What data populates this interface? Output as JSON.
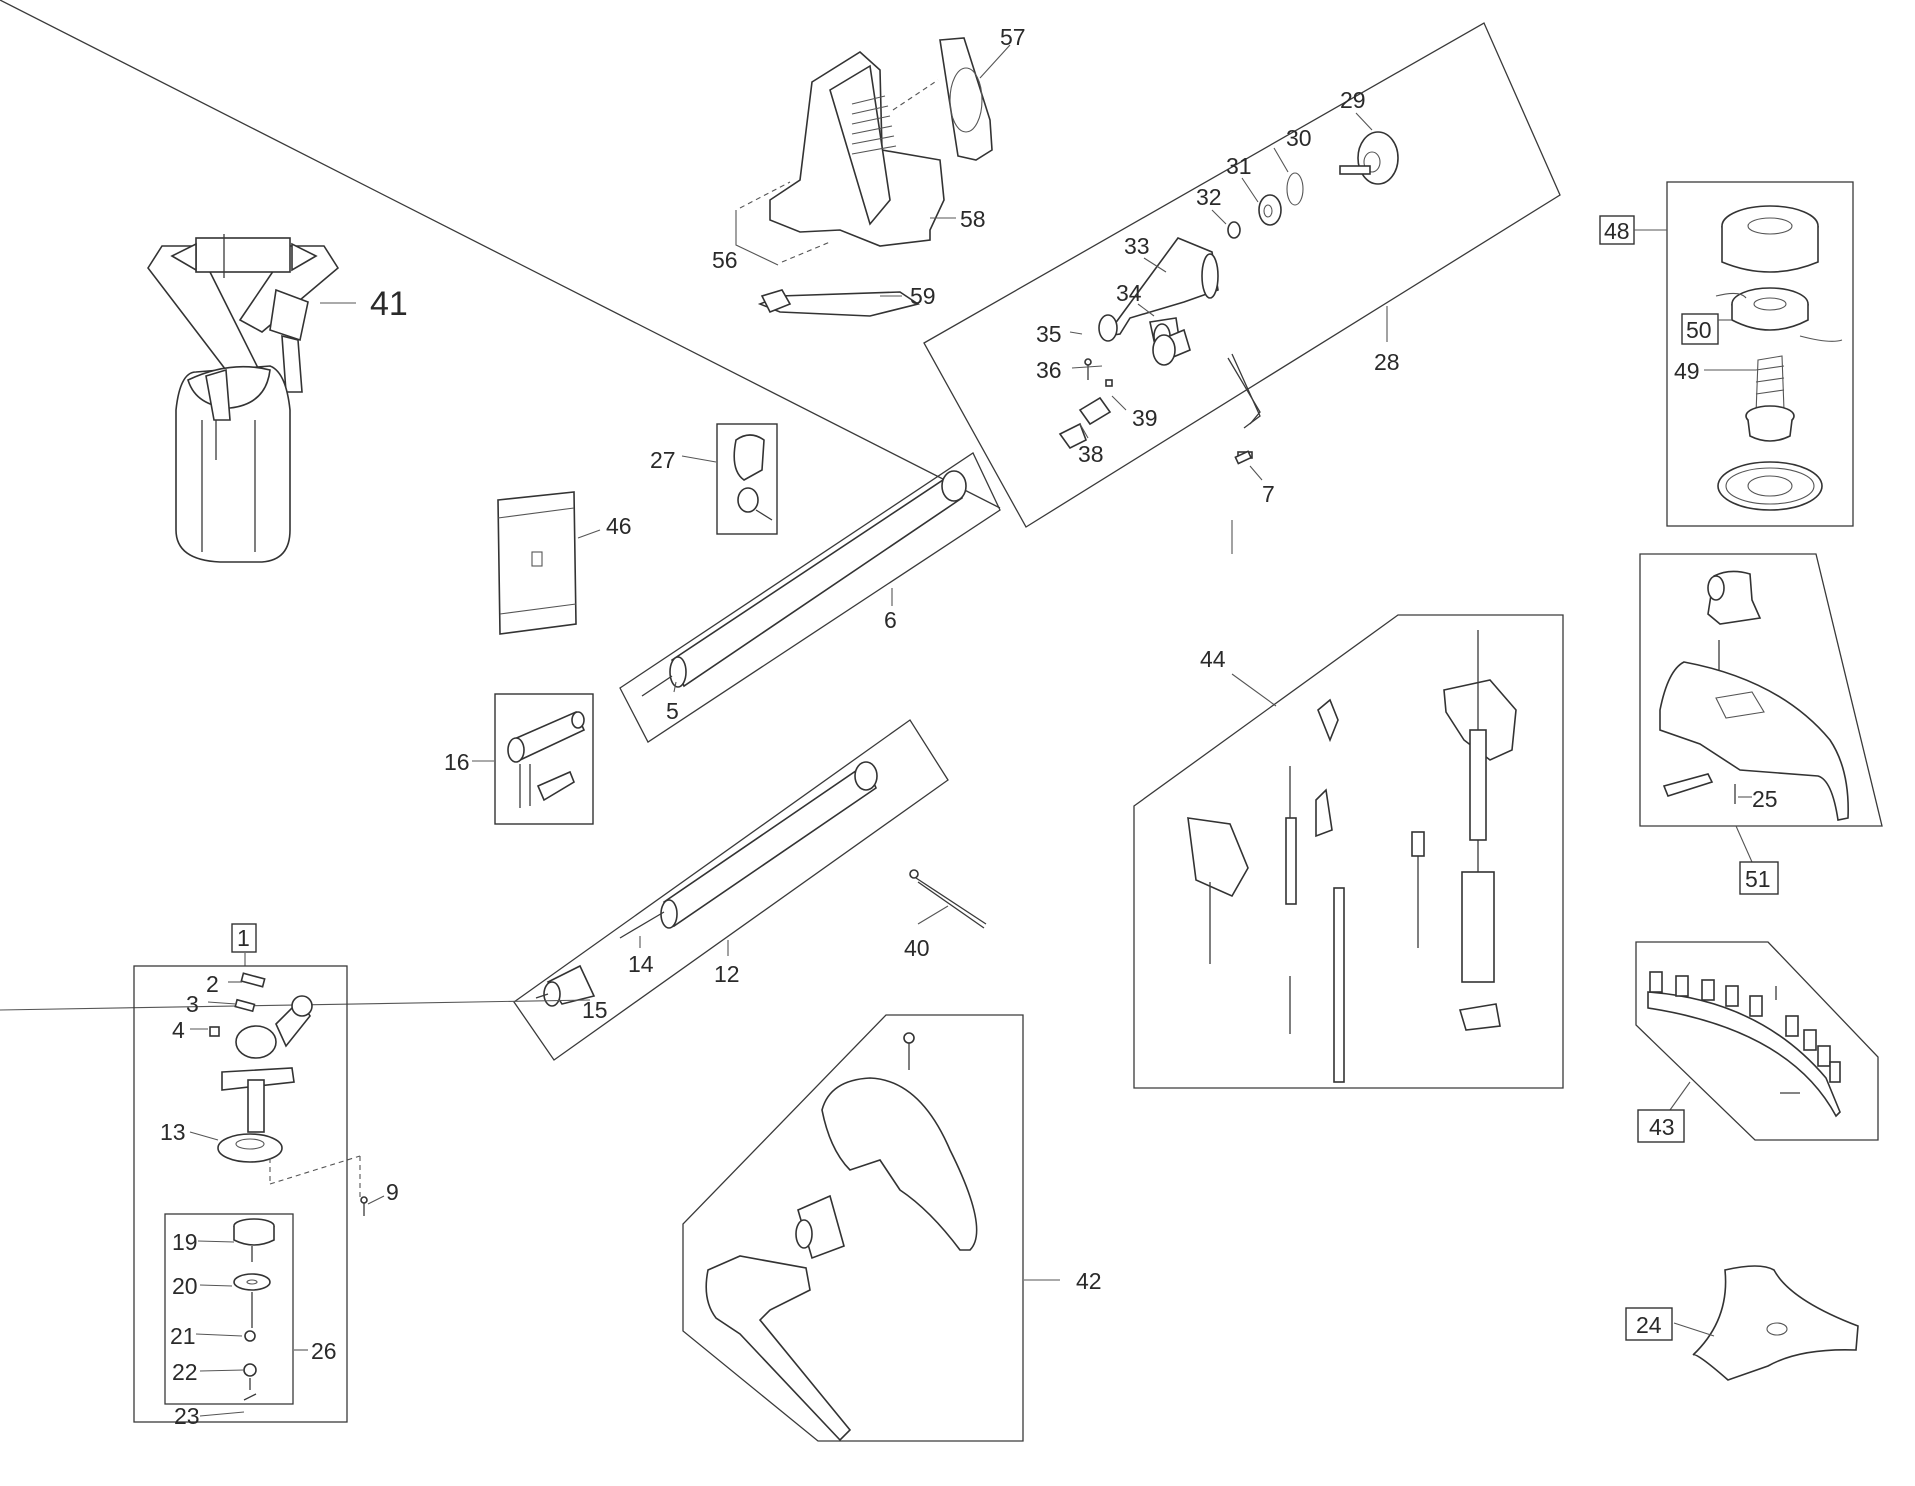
{
  "diagram": {
    "type": "exploded-parts-diagram",
    "subject": "brush cutter / string trimmer",
    "callouts": [
      {
        "id": "c41",
        "text": "41",
        "boxed": false,
        "part": "harness"
      },
      {
        "id": "c57",
        "text": "57",
        "boxed": false,
        "part": "gasket"
      },
      {
        "id": "c58",
        "text": "58",
        "boxed": false,
        "part": "engine cover"
      },
      {
        "id": "c56",
        "text": "56",
        "boxed": false,
        "part": "screws"
      },
      {
        "id": "c59",
        "text": "59",
        "boxed": false,
        "part": "bracket"
      },
      {
        "id": "c29",
        "text": "29",
        "boxed": false,
        "part": "clutch drum"
      },
      {
        "id": "c30",
        "text": "30",
        "boxed": false,
        "part": "circlip"
      },
      {
        "id": "c31",
        "text": "31",
        "boxed": false,
        "part": "bearing"
      },
      {
        "id": "c32",
        "text": "32",
        "boxed": false,
        "part": "ring"
      },
      {
        "id": "c33",
        "text": "33",
        "boxed": false,
        "part": "clutch housing"
      },
      {
        "id": "c34",
        "text": "34",
        "boxed": false,
        "part": "sleeve"
      },
      {
        "id": "c35",
        "text": "35",
        "boxed": false,
        "part": "bolt"
      },
      {
        "id": "c36",
        "text": "36",
        "boxed": false,
        "part": "nut"
      },
      {
        "id": "c39",
        "text": "39",
        "boxed": false,
        "part": "clamp"
      },
      {
        "id": "c38",
        "text": "38",
        "boxed": false,
        "part": "clamp"
      },
      {
        "id": "c28",
        "text": "28",
        "boxed": false,
        "part": "clutch assembly"
      },
      {
        "id": "c7",
        "text": "7",
        "boxed": false,
        "part": "screw"
      },
      {
        "id": "c27",
        "text": "27",
        "boxed": false,
        "part": "strap hanger"
      },
      {
        "id": "c46",
        "text": "46",
        "boxed": false,
        "part": "label plate"
      },
      {
        "id": "c6",
        "text": "6",
        "boxed": false,
        "part": "upper shaft tube"
      },
      {
        "id": "c5",
        "text": "5",
        "boxed": false,
        "part": "drive shaft"
      },
      {
        "id": "c16",
        "text": "16",
        "boxed": false,
        "part": "coupling"
      },
      {
        "id": "c12",
        "text": "12",
        "boxed": false,
        "part": "lower shaft tube"
      },
      {
        "id": "c14",
        "text": "14",
        "boxed": false,
        "part": "drive shaft"
      },
      {
        "id": "c15",
        "text": "15",
        "boxed": false,
        "part": "plug"
      },
      {
        "id": "c40",
        "text": "40",
        "boxed": false,
        "part": "cable tie"
      },
      {
        "id": "c44",
        "text": "44",
        "boxed": false,
        "part": "throttle handle assembly"
      },
      {
        "id": "c42",
        "text": "42",
        "boxed": false,
        "part": "handlebar assembly"
      },
      {
        "id": "c1",
        "text": "1",
        "boxed": true,
        "part": "gear head assembly"
      },
      {
        "id": "c2",
        "text": "2",
        "boxed": false,
        "part": "bolt"
      },
      {
        "id": "c3",
        "text": "3",
        "boxed": false,
        "part": "bolt"
      },
      {
        "id": "c4",
        "text": "4",
        "boxed": false,
        "part": "screw"
      },
      {
        "id": "c13",
        "text": "13",
        "boxed": false,
        "part": "holder"
      },
      {
        "id": "c9",
        "text": "9",
        "boxed": false,
        "part": "screw"
      },
      {
        "id": "c19",
        "text": "19",
        "boxed": false,
        "part": "cup"
      },
      {
        "id": "c20",
        "text": "20",
        "boxed": false,
        "part": "washer"
      },
      {
        "id": "c21",
        "text": "21",
        "boxed": false,
        "part": "washer"
      },
      {
        "id": "c22",
        "text": "22",
        "boxed": false,
        "part": "nut"
      },
      {
        "id": "c23",
        "text": "23",
        "boxed": false,
        "part": "pin"
      },
      {
        "id": "c26",
        "text": "26",
        "boxed": false,
        "part": "blade fixing kit"
      },
      {
        "id": "c48",
        "text": "48",
        "boxed": true,
        "part": "trimmer head"
      },
      {
        "id": "c50",
        "text": "50",
        "boxed": true,
        "part": "spool"
      },
      {
        "id": "c49",
        "text": "49",
        "boxed": false,
        "part": "spring"
      },
      {
        "id": "c51",
        "text": "51",
        "boxed": true,
        "part": "guard assembly"
      },
      {
        "id": "c25",
        "text": "25",
        "boxed": false,
        "part": "screw"
      },
      {
        "id": "c43",
        "text": "43",
        "boxed": true,
        "part": "guard skirt"
      },
      {
        "id": "c24",
        "text": "24",
        "boxed": true,
        "part": "3-tooth blade"
      }
    ]
  }
}
